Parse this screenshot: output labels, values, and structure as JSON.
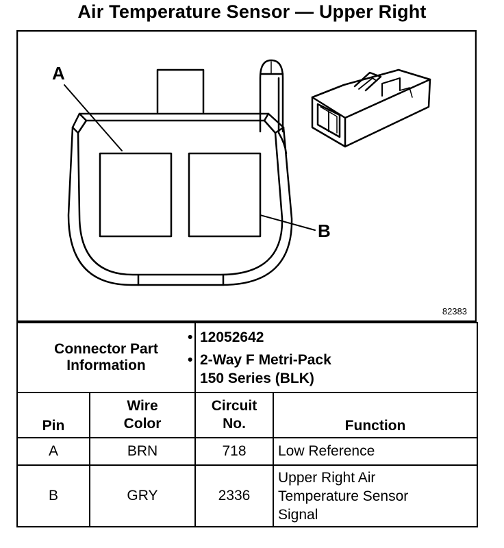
{
  "title": "Air Temperature Sensor — Upper Right",
  "diagram": {
    "label_a": "A",
    "label_b": "B",
    "ref_number": "82383"
  },
  "connector_info": {
    "heading_line1": "Connector Part",
    "heading_line2": "Information",
    "part_number": "12052642",
    "description_line1": "2-Way F Metri-Pack",
    "description_line2": "150 Series (BLK)"
  },
  "table": {
    "headers": {
      "pin": "Pin",
      "wire_color_line1": "Wire",
      "wire_color_line2": "Color",
      "circuit_line1": "Circuit",
      "circuit_line2": "No.",
      "function": "Function"
    },
    "rows": [
      {
        "pin": "A",
        "wire_color": "BRN",
        "circuit": "718",
        "function_lines": [
          "Low Reference"
        ]
      },
      {
        "pin": "B",
        "wire_color": "GRY",
        "circuit": "2336",
        "function_lines": [
          "Upper Right Air",
          "Temperature Sensor",
          "Signal"
        ]
      }
    ]
  }
}
